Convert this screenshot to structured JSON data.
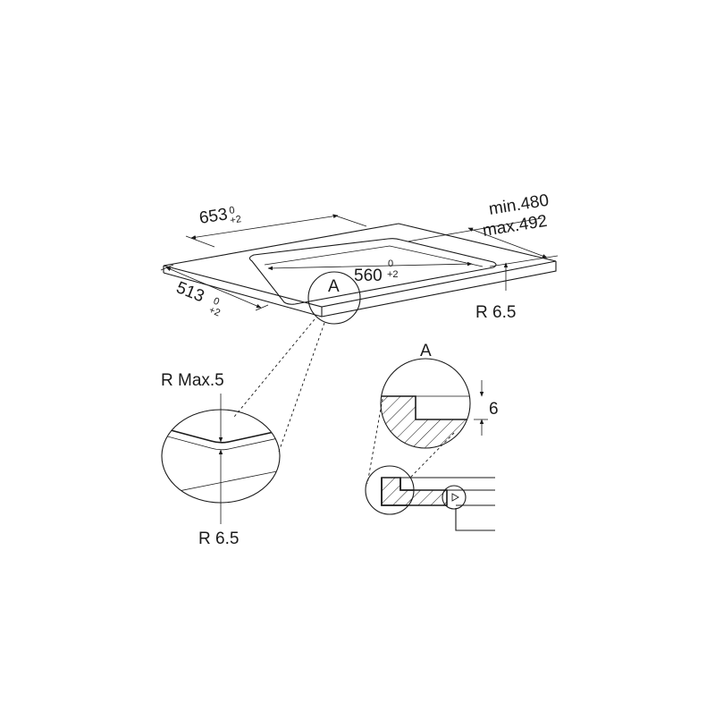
{
  "dimensions": {
    "width_main": "653",
    "width_tol_upper": "0",
    "width_tol_lower": "+2",
    "depth_main": "513",
    "depth_tol_upper": "0",
    "depth_tol_lower": "+2",
    "cutout_main": "560",
    "cutout_tol_upper": "0",
    "cutout_tol_lower": "+2",
    "min_label": "min.480",
    "max_label": "max.492",
    "radius_right": "R 6.5"
  },
  "detail_corner": {
    "top_label": "R Max.5",
    "bottom_label": "R 6.5"
  },
  "detail_a": {
    "marker": "A",
    "title": "A",
    "step_value": "6"
  }
}
